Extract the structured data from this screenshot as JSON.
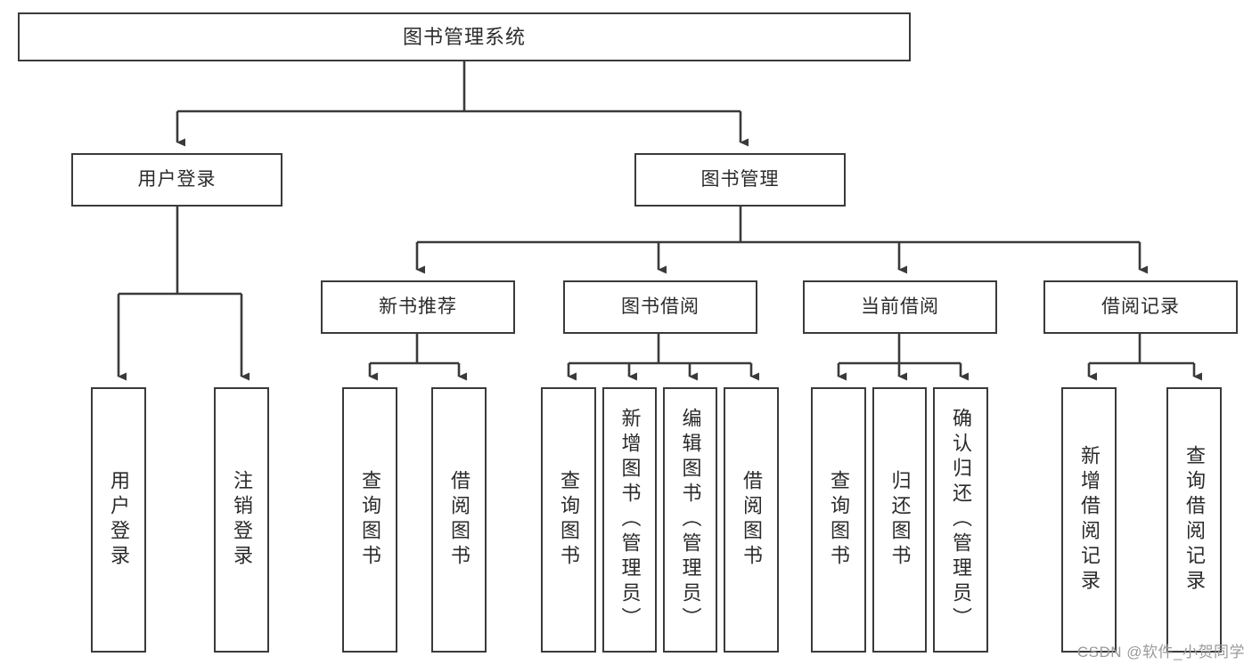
{
  "diagram": {
    "title": "图书管理系统",
    "type": "tree",
    "watermark": "CSDN @软件_小贺同学",
    "colors": {
      "box_border": "#3a3a3a",
      "box_fill": "#ffffff",
      "text": "#2b2b2b",
      "connector": "#3a3a3a",
      "watermark": "#9a9a9a",
      "background": "#ffffff"
    },
    "root": {
      "label": "图书管理系统"
    },
    "level2": [
      {
        "label": "用户登录"
      },
      {
        "label": "图书管理"
      }
    ],
    "level3": [
      {
        "label": "新书推荐"
      },
      {
        "label": "图书借阅"
      },
      {
        "label": "当前借阅"
      },
      {
        "label": "借阅记录"
      }
    ],
    "leaves": [
      {
        "label": "用户登录",
        "parent": "用户登录"
      },
      {
        "label": "注销登录",
        "parent": "用户登录"
      },
      {
        "label": "查询图书",
        "parent": "新书推荐"
      },
      {
        "label": "借阅图书",
        "parent": "新书推荐"
      },
      {
        "label": "查询图书",
        "parent": "图书借阅"
      },
      {
        "label": "新增图书（管理员）",
        "parent": "图书借阅"
      },
      {
        "label": "编辑图书（管理员）",
        "parent": "图书借阅"
      },
      {
        "label": "借阅图书",
        "parent": "图书借阅"
      },
      {
        "label": "查询图书",
        "parent": "当前借阅"
      },
      {
        "label": "归还图书",
        "parent": "当前借阅"
      },
      {
        "label": "确认归还（管理员）",
        "parent": "当前借阅"
      },
      {
        "label": "新增借阅记录",
        "parent": "借阅记录"
      },
      {
        "label": "查询借阅记录",
        "parent": "借阅记录"
      }
    ]
  }
}
